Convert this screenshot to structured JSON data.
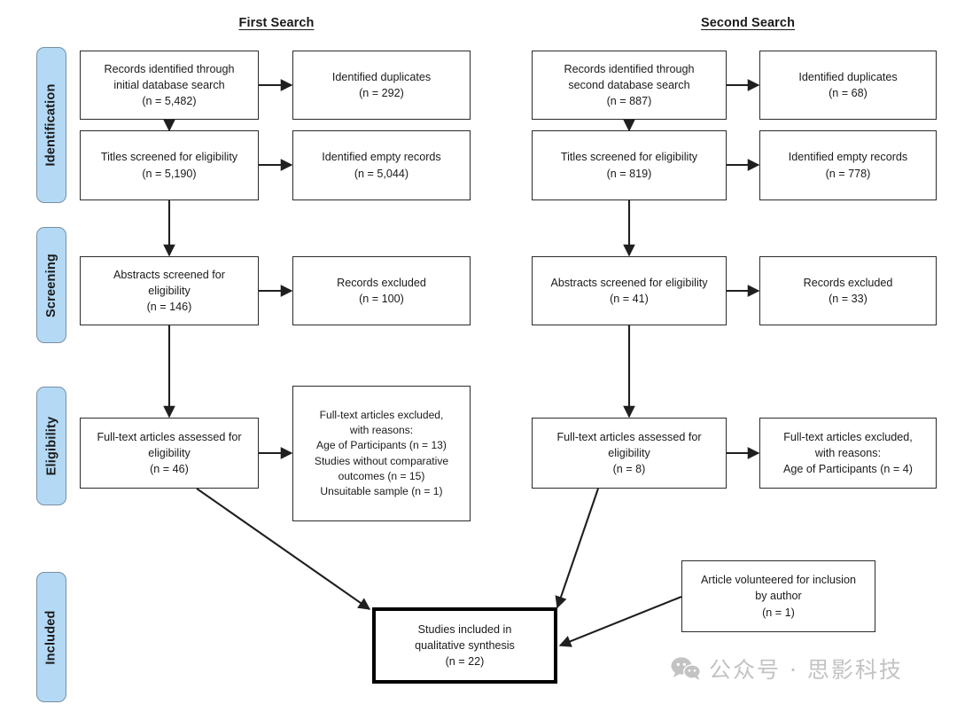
{
  "figure": {
    "type": "prisma-flow-diagram",
    "column_titles": [
      {
        "id": "first-search",
        "label": "First Search"
      },
      {
        "id": "second-search",
        "label": "Second Search"
      }
    ],
    "stages": [
      {
        "id": "identification",
        "label": "Identification"
      },
      {
        "id": "screening",
        "label": "Screening"
      },
      {
        "id": "eligibility",
        "label": "Eligibility"
      },
      {
        "id": "included",
        "label": "Included"
      }
    ],
    "colors": {
      "stage_pill_fill": "#b3d9f5",
      "stage_pill_border": "#7a8fa3",
      "box_border": "#2b2b2b",
      "box_fill": "#ffffff",
      "text": "#1a1a1a",
      "watermark": "#c3c3c3"
    },
    "boxes": {
      "first_records": "Records identified through\ninitial database search\n(n = 5,482)",
      "first_duplicates": "Identified duplicates\n(n = 292)",
      "first_titles": "Titles screened for eligibility\n(n = 5,190)",
      "first_empty": "Identified empty records\n(n = 5,044)",
      "first_abstracts": "Abstracts screened for\neligibility\n(n = 146)",
      "first_excluded": "Records excluded\n(n = 100)",
      "first_fulltext": "Full-text articles assessed for\neligibility\n(n = 46)",
      "first_fulltext_excluded": "Full-text articles excluded,\nwith reasons:\nAge of Participants (n = 13)\nStudies without comparative\noutcomes (n = 15)\nUnsuitable sample (n = 1)",
      "second_records": "Records identified through\nsecond database search\n(n = 887)",
      "second_duplicates": "Identified duplicates\n(n = 68)",
      "second_titles": "Titles screened for eligibility\n(n = 819)",
      "second_empty": "Identified empty records\n(n = 778)",
      "second_abstracts": "Abstracts screened for eligibility\n(n = 41)",
      "second_excluded": "Records excluded\n(n = 33)",
      "second_fulltext": "Full-text articles assessed for\neligibility\n(n = 8)",
      "second_fulltext_excluded": "Full-text articles excluded,\nwith reasons:\nAge of Participants (n = 4)",
      "volunteered": "Article volunteered for inclusion\nby author\n(n = 1)",
      "included_total": "Studies included in\nqualitative synthesis\n(n = 22)"
    },
    "counts": {
      "first_records_identified": 5482,
      "first_duplicates": 292,
      "first_titles_screened": 5190,
      "first_empty_records": 5044,
      "first_abstracts_screened": 146,
      "first_records_excluded": 100,
      "first_fulltext_assessed": 46,
      "first_excluded_age": 13,
      "first_excluded_no_comparative": 15,
      "first_excluded_unsuitable": 1,
      "second_records_identified": 887,
      "second_duplicates": 68,
      "second_titles_screened": 819,
      "second_empty_records": 778,
      "second_abstracts_screened": 41,
      "second_records_excluded": 33,
      "second_fulltext_assessed": 8,
      "second_excluded_age": 4,
      "volunteered_articles": 1,
      "studies_included": 22
    },
    "watermark": {
      "text": "公众号 · 思影科技",
      "icon": "wechat-icon"
    }
  }
}
